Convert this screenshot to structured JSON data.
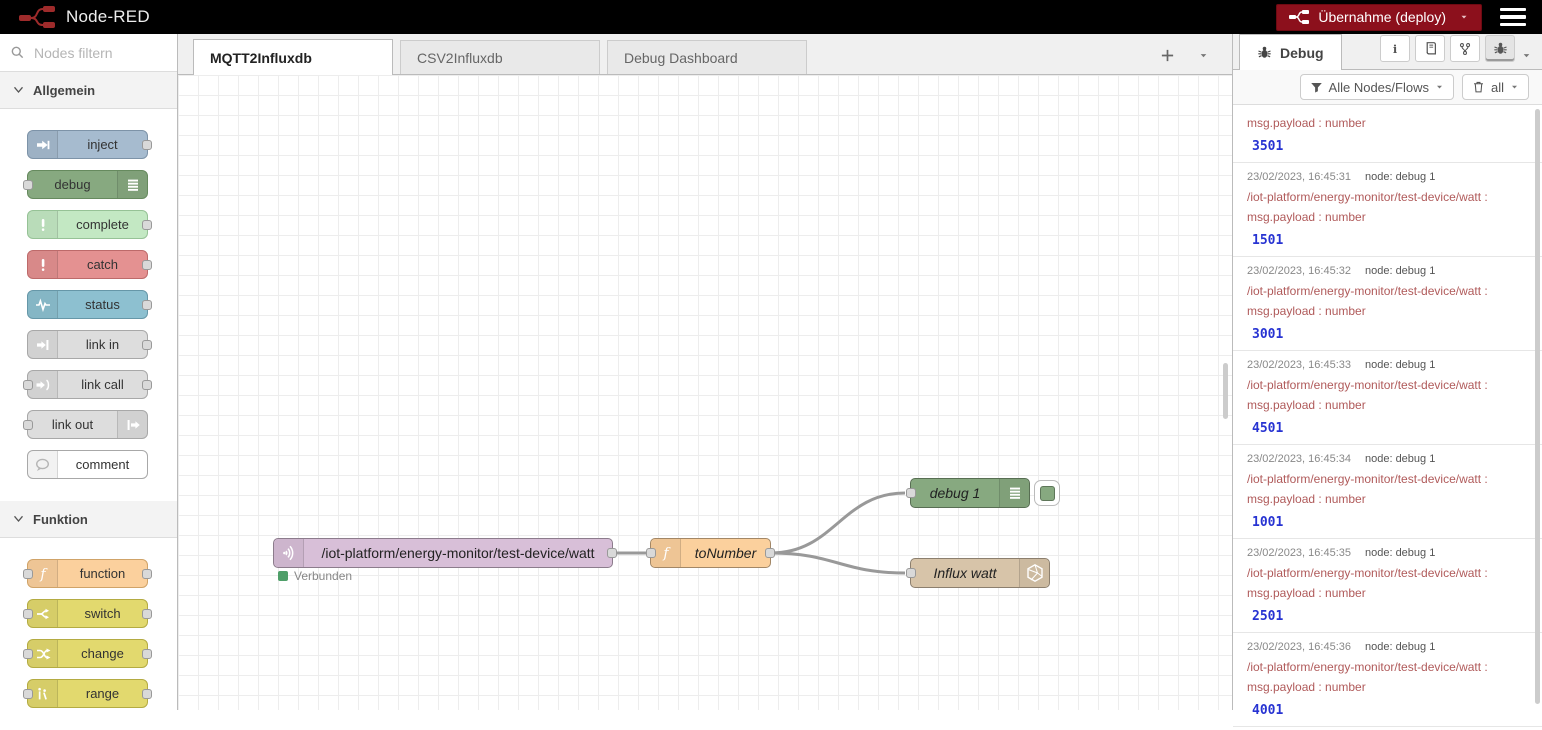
{
  "header": {
    "app_title": "Node-RED",
    "deploy_label": "Übernahme (deploy)",
    "deploy_color": "#8C101C",
    "deploy_icon": "deploy-nodes-icon",
    "menu_icon": "hamburger-icon",
    "logo_icon": "node-red-logo-icon"
  },
  "palette": {
    "search_placeholder": "Nodes filtern",
    "search_icon": "search-icon",
    "categories": [
      {
        "label": "Allgemein",
        "items": [
          {
            "label": "inject",
            "icon": "inject-icon",
            "icon_side": "left",
            "ports": "right",
            "color": "#a6bbcf",
            "border": "#7d93a8",
            "icon_color": "#ffffff"
          },
          {
            "label": "debug",
            "icon": "debug-icon",
            "icon_side": "right",
            "ports": "left",
            "color": "#87a980",
            "border": "#668a5e",
            "icon_color": "#ffffff"
          },
          {
            "label": "complete",
            "icon": "exclamation-icon",
            "icon_side": "left",
            "ports": "right",
            "color": "#c3e8c3",
            "border": "#96c296",
            "icon_color": "#ffffff"
          },
          {
            "label": "catch",
            "icon": "exclamation-icon",
            "icon_side": "left",
            "ports": "right",
            "color": "#e49191",
            "border": "#bd6a6a",
            "icon_color": "#ffffff"
          },
          {
            "label": "status",
            "icon": "status-pulse-icon",
            "icon_side": "left",
            "ports": "right",
            "color": "#8dc0d0",
            "border": "#6697a8",
            "icon_color": "#ffffff"
          },
          {
            "label": "link in",
            "icon": "link-in-icon",
            "icon_side": "left",
            "ports": "right",
            "color": "#dddddd",
            "border": "#a8a8a8",
            "icon_color": "#ffffff"
          },
          {
            "label": "link call",
            "icon": "link-call-icon",
            "icon_side": "left",
            "ports": "both",
            "color": "#dddddd",
            "border": "#a8a8a8",
            "icon_color": "#ffffff"
          },
          {
            "label": "link out",
            "icon": "link-out-icon",
            "icon_side": "right",
            "ports": "left",
            "color": "#dddddd",
            "border": "#a8a8a8",
            "icon_color": "#ffffff"
          },
          {
            "label": "comment",
            "icon": "comment-icon",
            "icon_side": "left",
            "ports": "none",
            "color": "#ffffff",
            "border": "#a8a8a8",
            "icon_color": "#b5b5b5"
          }
        ]
      },
      {
        "label": "Funktion",
        "items": [
          {
            "label": "function",
            "icon": "function-icon",
            "icon_side": "left",
            "ports": "both",
            "color": "#fbd09d",
            "border": "#d0a368",
            "icon_color": "#ffffff"
          },
          {
            "label": "switch",
            "icon": "switch-icon",
            "icon_side": "left",
            "ports": "both",
            "color": "#e2d96e",
            "border": "#b4ab42",
            "icon_color": "#ffffff"
          },
          {
            "label": "change",
            "icon": "change-icon",
            "icon_side": "left",
            "ports": "both",
            "color": "#e2d96e",
            "border": "#b4ab42",
            "icon_color": "#ffffff"
          },
          {
            "label": "range",
            "icon": "range-icon",
            "icon_side": "left",
            "ports": "both",
            "color": "#e2d96e",
            "border": "#b4ab42",
            "icon_color": "#ffffff"
          }
        ]
      }
    ]
  },
  "workspace": {
    "tabs": [
      {
        "label": "MQTT2Influxdb",
        "active": true
      },
      {
        "label": "CSV2Influxdb",
        "active": false
      },
      {
        "label": "Debug Dashboard",
        "active": false
      }
    ],
    "add_tab_icon": "plus-icon",
    "tab_list_icon": "caret-down-icon"
  },
  "canvas": {
    "nodes": [
      {
        "id": "mqtt-in",
        "label": "/iot-platform/energy-monitor/test-device/watt",
        "icon": "mqtt-icon",
        "color": "#d8bfd8",
        "status_text": "Verbunden",
        "status_color": "#4f9f69"
      },
      {
        "id": "function",
        "label": "toNumber",
        "icon": "function-icon",
        "color": "#fbd09d"
      },
      {
        "id": "debug",
        "label": "debug 1",
        "icon": "debug-icon",
        "color": "#87a980"
      },
      {
        "id": "influxdb",
        "label": "Influx watt",
        "icon": "influxdb-icon",
        "color": "#d7c4a9"
      }
    ],
    "wire_color": "#999999"
  },
  "debug_panel": {
    "tab_label": "Debug",
    "tab_icon": "bug-icon",
    "toolbar": [
      {
        "icon": "info-icon",
        "active": false
      },
      {
        "icon": "book-icon",
        "active": false
      },
      {
        "icon": "branch-icon",
        "active": false
      },
      {
        "icon": "bug-icon",
        "active": true
      }
    ],
    "filter_label": "Alle Nodes/Flows",
    "filter_icon": "funnel-icon",
    "clear_label": "all",
    "clear_icon": "trash-icon",
    "value_color": "#2733d2",
    "topic_color": "#b05a5a",
    "messages": [
      {
        "partial": true,
        "property": "msg.payload : number",
        "value": "3501"
      },
      {
        "timestamp": "23/02/2023, 16:45:31",
        "node": "node: debug 1",
        "topic": "/iot-platform/energy-monitor/test-device/watt :",
        "property": "msg.payload : number",
        "value": "1501"
      },
      {
        "timestamp": "23/02/2023, 16:45:32",
        "node": "node: debug 1",
        "topic": "/iot-platform/energy-monitor/test-device/watt :",
        "property": "msg.payload : number",
        "value": "3001"
      },
      {
        "timestamp": "23/02/2023, 16:45:33",
        "node": "node: debug 1",
        "topic": "/iot-platform/energy-monitor/test-device/watt :",
        "property": "msg.payload : number",
        "value": "4501"
      },
      {
        "timestamp": "23/02/2023, 16:45:34",
        "node": "node: debug 1",
        "topic": "/iot-platform/energy-monitor/test-device/watt :",
        "property": "msg.payload : number",
        "value": "1001"
      },
      {
        "timestamp": "23/02/2023, 16:45:35",
        "node": "node: debug 1",
        "topic": "/iot-platform/energy-monitor/test-device/watt :",
        "property": "msg.payload : number",
        "value": "2501"
      },
      {
        "timestamp": "23/02/2023, 16:45:36",
        "node": "node: debug 1",
        "topic": "/iot-platform/energy-monitor/test-device/watt :",
        "property": "msg.payload : number",
        "value": "4001"
      }
    ]
  }
}
